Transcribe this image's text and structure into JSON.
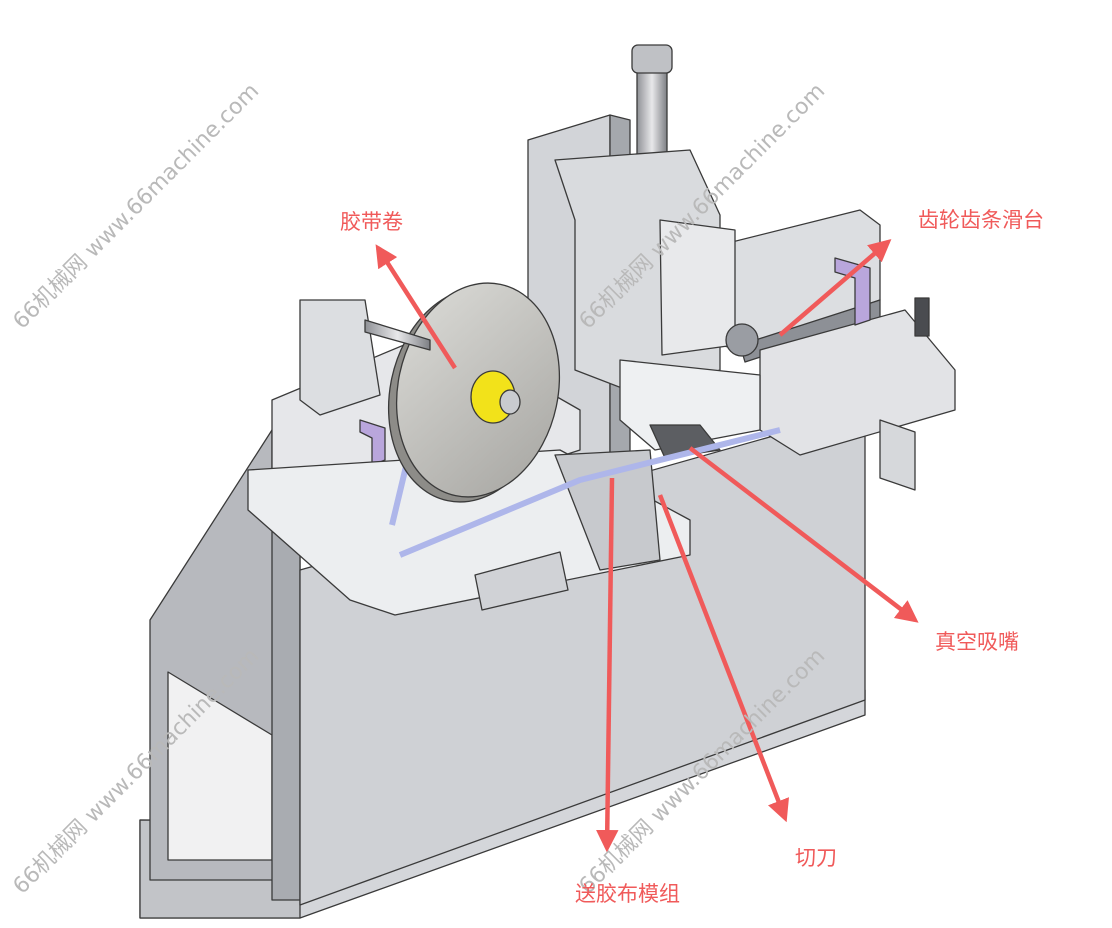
{
  "labels": {
    "tape_roll": "胶带卷",
    "rack_slide": "齿轮齿条滑台",
    "vacuum_nozzle": "真空吸嘴",
    "cutter": "切刀",
    "feed_module": "送胶布模组"
  },
  "watermark": "66机械网 www.66machine.com",
  "colors": {
    "callout": "#f05a5a",
    "frame": "#c9cbcf",
    "frame_dark": "#9a9da3",
    "edge": "#3a3a3a",
    "plate_light": "#e4e5e8",
    "accent_purple": "#b9a6dc",
    "tape_blue": "#aeb6ea",
    "yellow_hub": "#f2e21a",
    "watermark": "#b9b9b9"
  }
}
